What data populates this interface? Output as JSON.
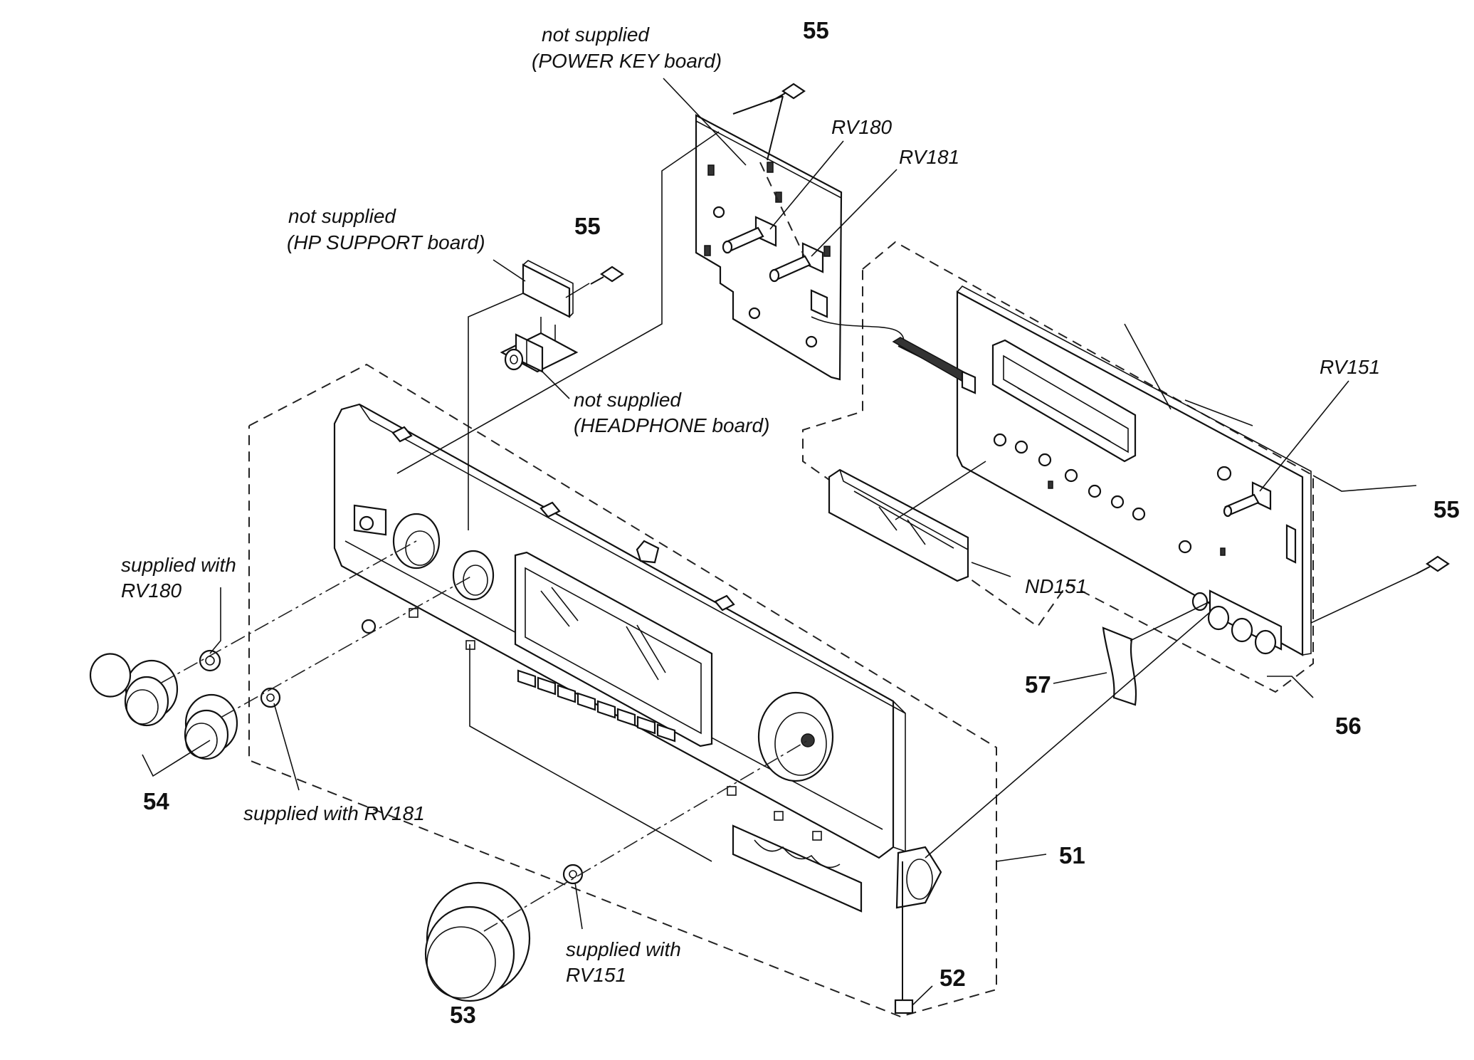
{
  "labels": {
    "power_key_note": "not supplied",
    "power_key_board": "(POWER KEY board)",
    "hp_support_note": "not supplied",
    "hp_support_board": "(HP SUPPORT board)",
    "headphone_note": "not supplied",
    "headphone_board": "(HEADPHONE board)",
    "rv180": "RV180",
    "rv181": "RV181",
    "rv151": "RV151",
    "nd151": "ND151",
    "supplied_rv180_line1": "supplied with",
    "supplied_rv180_line2": "RV180",
    "supplied_rv181": "supplied with RV181",
    "supplied_rv151_line1": "supplied with",
    "supplied_rv151_line2": "RV151"
  },
  "part_numbers": {
    "screw_top": "55",
    "screw_hp": "55",
    "screw_right": "55",
    "front_panel": "51",
    "foot": "52",
    "main_knob": "53",
    "small_knobs": "54",
    "display_board": "56",
    "ribbon": "57"
  }
}
